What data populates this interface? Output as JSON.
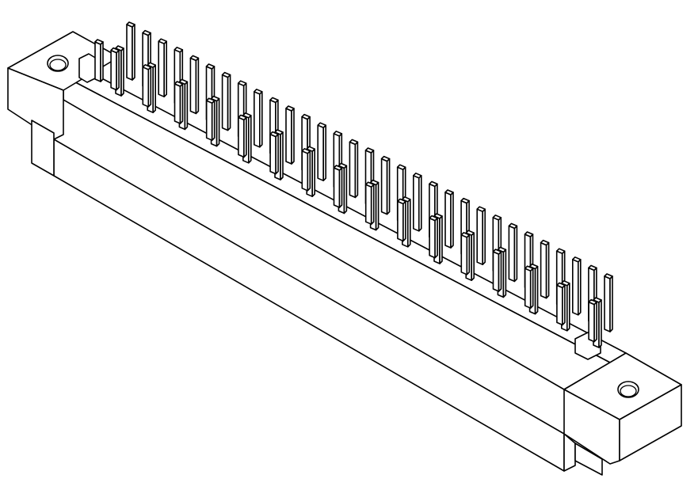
{
  "diagram": {
    "subject": "connector-isometric-line-drawing",
    "pin_rows": 3,
    "pins_per_row": 32,
    "mounting_holes": 2,
    "colors": {
      "line": "#000000",
      "fill": "#ffffff",
      "background": "#ffffff"
    }
  }
}
